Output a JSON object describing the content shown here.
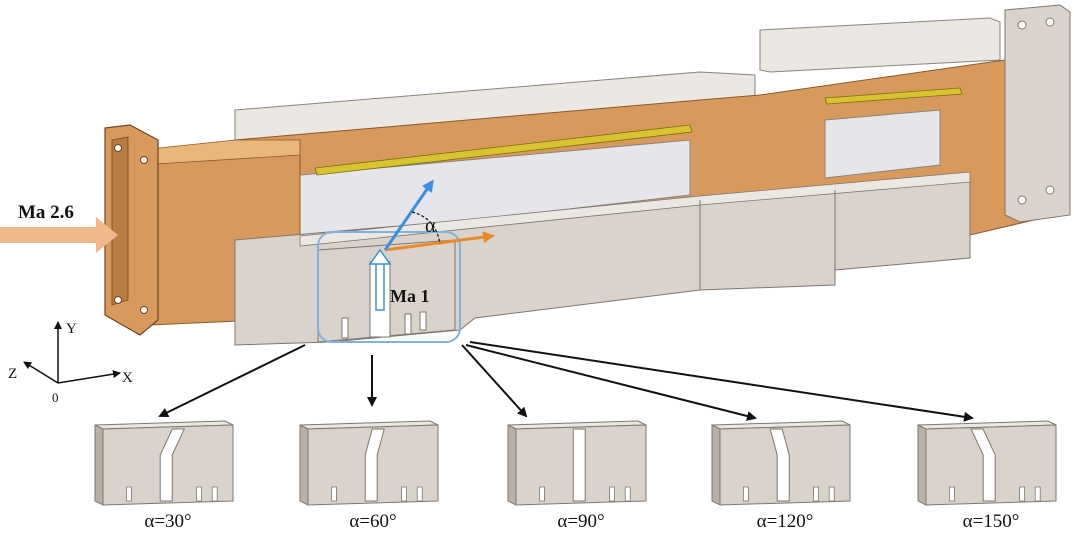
{
  "inflow_label": "Ma 2.6",
  "jet_label": "Ma 1",
  "angle_symbol": "α",
  "axes": {
    "y": "Y",
    "x": "X",
    "z": "Z",
    "origin": "0"
  },
  "variants": [
    {
      "label": "α=30°",
      "angle": 30
    },
    {
      "label": "α=60°",
      "angle": 60
    },
    {
      "label": "α=90°",
      "angle": 90
    },
    {
      "label": "α=120°",
      "angle": 120
    },
    {
      "label": "α=150°",
      "angle": 150
    }
  ],
  "colors": {
    "copper": "#d79a5c",
    "copper_dark": "#b97c42",
    "copper_light": "#eab77a",
    "steel": "#d9d3cc",
    "steel_dark": "#b9b1a8",
    "steel_light": "#ebe7e2",
    "window": "#e6e6ea",
    "yellow": "#d7c430",
    "inflow_arrow": "#f0b98c",
    "jet_arrow": "#3b8fe0",
    "mainstream_arrow": "#e98a2a",
    "highlight_box": "#7fb2df"
  }
}
